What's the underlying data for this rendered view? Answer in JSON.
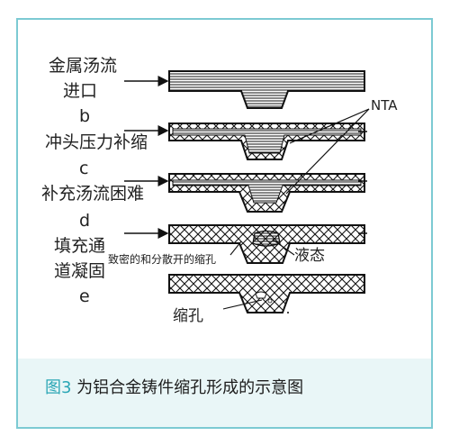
{
  "labels": {
    "a_text": "金属汤流",
    "a_text2": "进口",
    "b_letter": "b",
    "b_text": "冲头压力补缩",
    "c_letter": "c",
    "c_text": "补充汤流困难",
    "d_letter": "d",
    "d_text": "填充通",
    "d_text2": "道凝固",
    "e_letter": "e",
    "nta": "NTA",
    "dense": "致密的和分散开的缩孔",
    "liquid": "液态",
    "shrink": "缩孔"
  },
  "caption": {
    "figure_no": "图3",
    "text": " 为铝合金铸件缩孔形成的示意图"
  },
  "colors": {
    "border": "#7ccad3",
    "caption_bg": "#e9f6f7",
    "figure_no": "#2aa6b5"
  }
}
